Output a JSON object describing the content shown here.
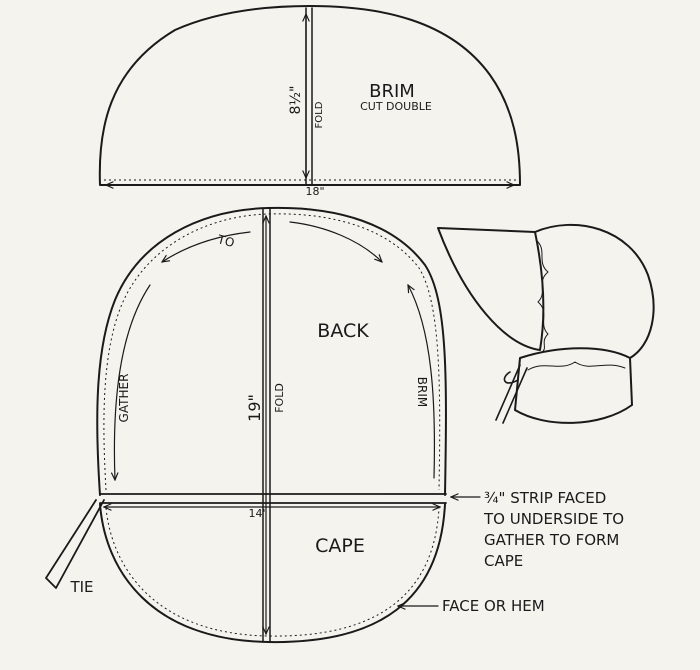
{
  "brim": {
    "title": "BRIM",
    "subtitle": "CUT DOUBLE",
    "height_label": "8½\"",
    "fold_label": "FOLD",
    "width_label": "18\""
  },
  "back": {
    "title": "BACK",
    "to_label": "TO",
    "gather_label": "GATHER",
    "brim_label": "BRIM",
    "height_label": "19\"",
    "fold_label": "FOLD",
    "width_label": "14\""
  },
  "cape": {
    "title": "CAPE",
    "tie_label": "TIE"
  },
  "notes": {
    "strip_line1": "¾\" STRIP FACED",
    "strip_line2": "TO UNDERSIDE TO",
    "strip_line3": "GATHER TO FORM",
    "strip_line4": "CAPE",
    "face_hem": "FACE OR HEM"
  }
}
